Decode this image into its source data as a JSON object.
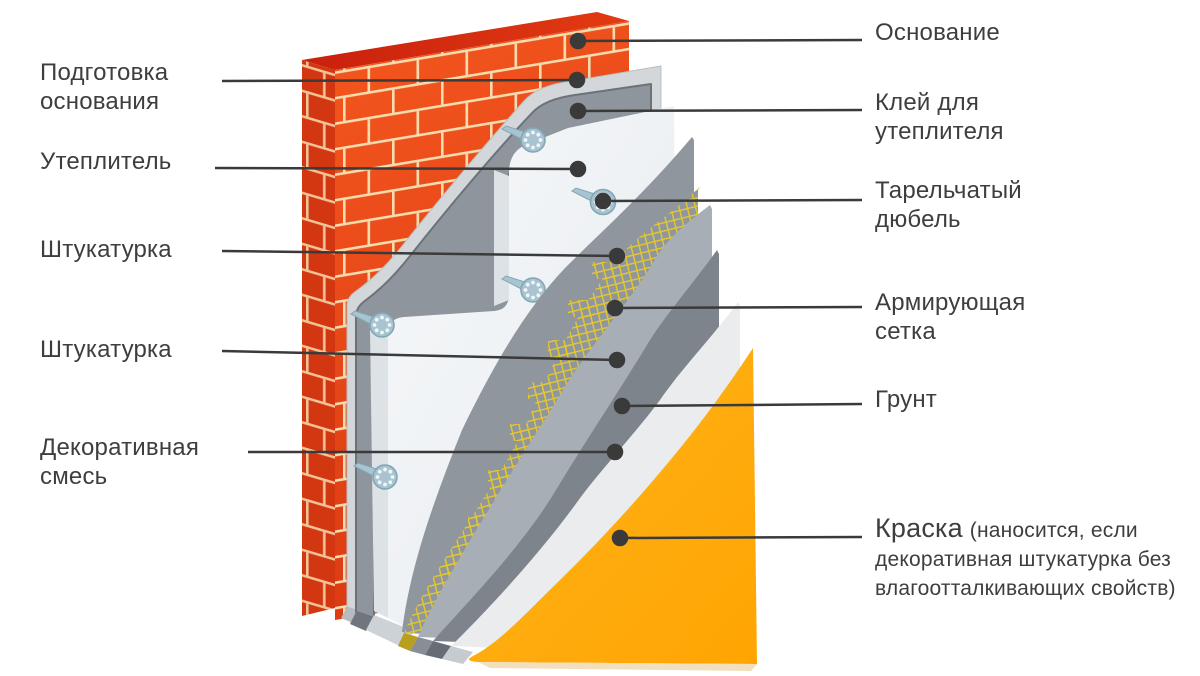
{
  "figure": {
    "kind": "facade-insulation-layers-diagram",
    "language": "ru"
  },
  "callouts_left": [
    {
      "layer": "base-preparation",
      "text": "Подготовка\nоснования"
    },
    {
      "layer": "insulation",
      "text": "Утеплитель"
    },
    {
      "layer": "plaster-base-coat",
      "text": "Штукатурка"
    },
    {
      "layer": "plaster-top-coat",
      "text": "Штукатурка"
    },
    {
      "layer": "decorative-mix",
      "text": "Декоративная\nсмесь"
    }
  ],
  "callouts_right": [
    {
      "layer": "base-wall",
      "text": "Основание"
    },
    {
      "layer": "insulation-glue",
      "text": "Клей для\nутеплителя"
    },
    {
      "layer": "plate-dowel",
      "text": "Тарельчатый\nдюбель"
    },
    {
      "layer": "reinforcing-mesh",
      "text": "Армирующая\nсетка"
    },
    {
      "layer": "primer",
      "text": "Грунт"
    },
    {
      "layer": "paint",
      "title": "Краска",
      "note": "(наносится, если декоративная штукатурка без влагоотталкивающих свойств)"
    }
  ],
  "layers_order": [
    "Основание (кирпич)",
    "Подготовка основания",
    "Клей для утеплителя",
    "Утеплитель",
    "Тарельчатый дюбель",
    "Штукатурка",
    "Армирующая сетка",
    "Штукатурка",
    "Грунт",
    "Декоративная смесь",
    "Краска"
  ],
  "dowel_count": 5,
  "colors": {
    "ink": "#3e3e3e",
    "line": "#3a3a3a",
    "brickTop": "#c9200d",
    "brickTop2": "#e23b13",
    "brickSide": "#d33712",
    "brickA": "#f5571f",
    "brickB": "#da3a12",
    "mortar": "#f6dcae",
    "prep": "#d3d7da",
    "glue": "#8e959c",
    "glueEdge": "#6b727a",
    "insul": "#f6f8fa",
    "insul2": "#e7ebee",
    "insulSide": "#dde2e6",
    "plaster1": "#8f969d",
    "mesh": "#e4c72f",
    "plaster2": "#a8aeb5",
    "primer": "#7d848b",
    "decor": "#eaecee",
    "paint": "#ffa502",
    "paint2": "#ffb31d",
    "dowel": "#a9c4d0",
    "dowelEdge": "#82a7b6",
    "dowelDot": "#eef6f9"
  }
}
